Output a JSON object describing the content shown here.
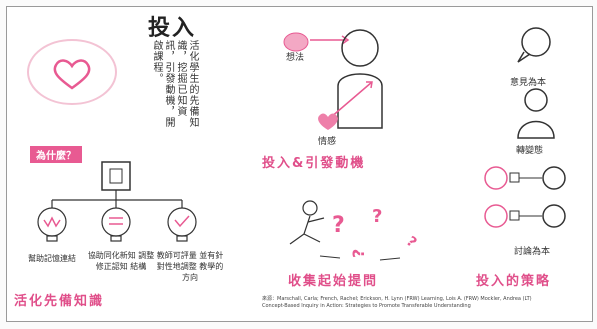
{
  "page": {
    "title": "投入",
    "activate_text": "活化學生的先備知識，挖掘已知資訊，引發動機，開啟課程。",
    "why_label": "為什麼？",
    "prior_knowledge": {
      "items": [
        "幫助記憶連結",
        "協助同化新知 調整修正認知 結構",
        "教師可評量 並有針對性地調整 教學的方向"
      ],
      "section_title": "活化先備知識"
    },
    "motivation": {
      "thought_label": "想法",
      "emotion_label": "情感",
      "section_title": "投入&引發動機"
    },
    "questions": {
      "section_title": "收集起始提問"
    },
    "strategies": {
      "items": [
        "意見為本",
        "轉變態",
        "討論為本"
      ],
      "section_title": "投入的策略"
    },
    "citation": {
      "line1": "來源：Marschall, Carla; French, Rachel; Erickson, H. Lynn (FRW) Learning, Lois A. (FRW) Mockler, Andrea (LT)",
      "line2": "Concept-Based Inquiry in Action: Strategies to Promote Transferable Understanding"
    }
  },
  "colors": {
    "accent_pink": "#e85a92",
    "ink": "#333333"
  }
}
